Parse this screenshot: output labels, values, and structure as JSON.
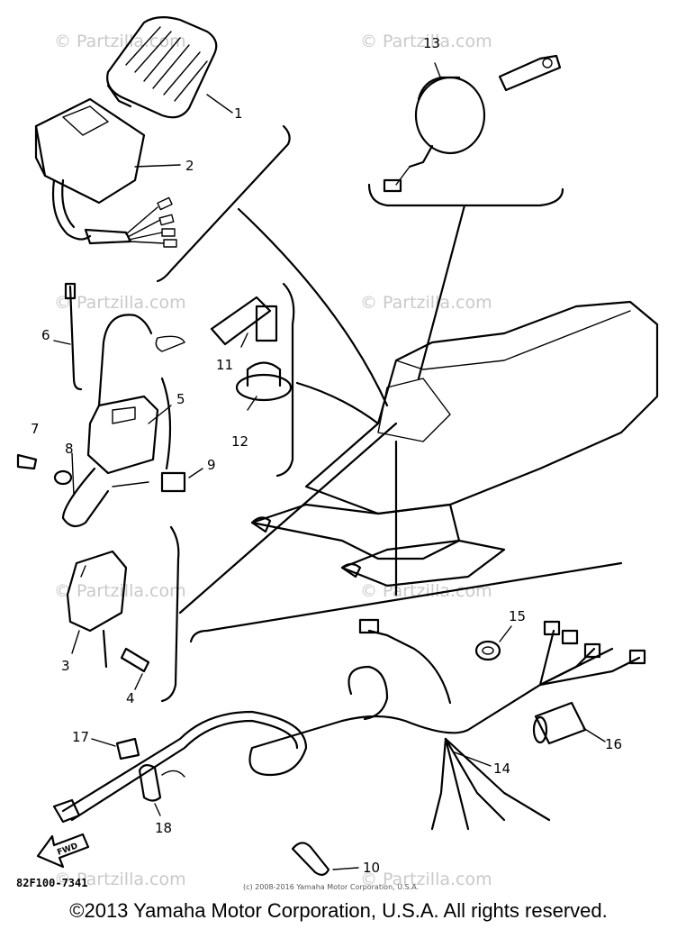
{
  "watermark_text": "© Partzilla.com",
  "part_code": "82F100-7341",
  "small_credit": "(c) 2008-2016 Yamaha Motor Corporation, U.S.A.",
  "copyright": "©2013 Yamaha Motor Corporation, U.S.A. All rights reserved.",
  "fwd_label": "FWD",
  "callouts": [
    {
      "id": "1",
      "label": "1"
    },
    {
      "id": "2",
      "label": "2"
    },
    {
      "id": "3",
      "label": "3"
    },
    {
      "id": "4",
      "label": "4"
    },
    {
      "id": "5",
      "label": "5"
    },
    {
      "id": "6",
      "label": "6"
    },
    {
      "id": "7",
      "label": "7"
    },
    {
      "id": "8",
      "label": "8"
    },
    {
      "id": "9",
      "label": "9"
    },
    {
      "id": "10",
      "label": "10"
    },
    {
      "id": "11",
      "label": "11"
    },
    {
      "id": "12",
      "label": "12"
    },
    {
      "id": "13",
      "label": "13"
    },
    {
      "id": "14",
      "label": "14"
    },
    {
      "id": "15",
      "label": "15"
    },
    {
      "id": "16",
      "label": "16"
    },
    {
      "id": "17",
      "label": "17"
    },
    {
      "id": "18",
      "label": "18"
    }
  ]
}
